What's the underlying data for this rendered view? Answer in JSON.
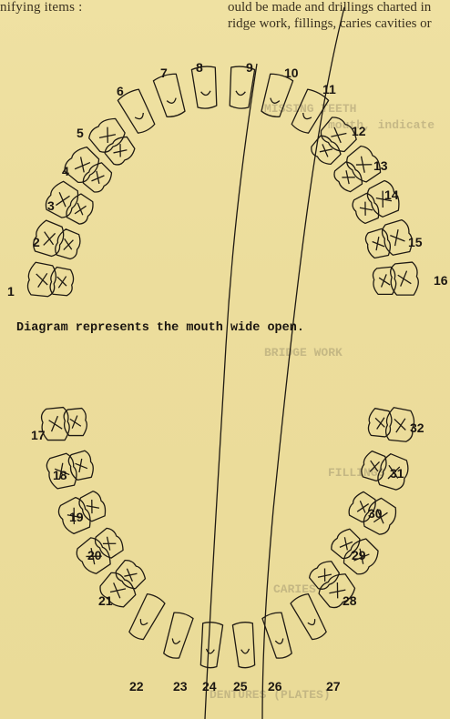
{
  "header": {
    "line1": "nifying items :",
    "line2": "ould be made and drillings charted in",
    "line3": "ridge work, fillings, caries cavities or"
  },
  "bleed_text": [
    "MISSING TEETH",
    "mouth, indicate",
    "BRIDGE WORK",
    "FILLINGS",
    "CARIES",
    "DENTURES (PLATES)"
  ],
  "upper_numbers": [
    "1",
    "2",
    "3",
    "4",
    "5",
    "6",
    "7",
    "8",
    "9",
    "10",
    "11",
    "12",
    "13",
    "14",
    "15",
    "16"
  ],
  "lower_numbers": [
    "17",
    "18",
    "19",
    "20",
    "21",
    "22",
    "23",
    "24",
    "25",
    "26",
    "27",
    "28",
    "29",
    "30",
    "31",
    "32"
  ],
  "caption": "Diagram represents the mouth wide open."
}
